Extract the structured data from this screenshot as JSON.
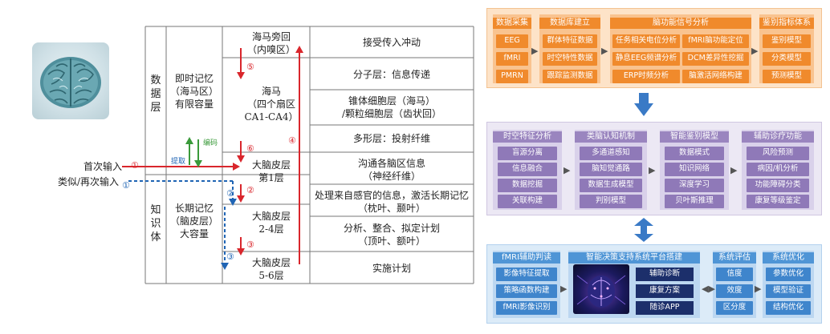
{
  "left": {
    "layer_data": "数据层",
    "layer_knowledge": "知识体",
    "short_memory": [
      "即时记忆",
      "（海马区）",
      "有限容量"
    ],
    "long_memory": [
      "长期记忆",
      "（脑皮层）",
      "大容量"
    ],
    "first_input": "首次输入",
    "repeat_input": "类似/再次输入",
    "encode": "编码",
    "retrieve": "提取",
    "structures": [
      {
        "lines": [
          "海马旁回",
          "（内嗅区）"
        ]
      },
      {
        "lines": [
          "海马",
          "（四个扇区",
          "CA1-CA4）"
        ]
      },
      {
        "lines": [
          "大脑皮层",
          "第1层"
        ]
      },
      {
        "lines": [
          "大脑皮层",
          "2-4层"
        ]
      },
      {
        "lines": [
          "大脑皮层",
          "5-6层"
        ]
      }
    ],
    "functions": [
      {
        "lines": [
          "接受传入冲动"
        ]
      },
      {
        "lines": [
          "分子层：信息传递"
        ]
      },
      {
        "lines": [
          "锥体细胞层（海马）",
          "/颗粒细胞层（齿状回）"
        ]
      },
      {
        "lines": [
          "多形层：投射纤维"
        ]
      },
      {
        "lines": [
          "沟通各脑区信息",
          "（神经纤维）"
        ]
      },
      {
        "lines": [
          "处理来自感官的信息，激活长期记忆",
          "（枕叶、颞叶）"
        ]
      },
      {
        "lines": [
          "分析、整合、拟定计划",
          "（顶叶、额叶）"
        ]
      },
      {
        "lines": [
          "实施计划"
        ]
      }
    ],
    "markers": [
      "①",
      "②",
      "③",
      "④",
      "⑤",
      "⑥",
      "①",
      "②",
      "③"
    ]
  },
  "right": {
    "tier1": {
      "columns": [
        {
          "header": "数据采集",
          "items": [
            "EEG",
            "fMRI",
            "PMRN"
          ]
        },
        {
          "header": "数据库建立",
          "items": [
            "群体特征数据",
            "时空特性数据",
            "跟踪监测数据"
          ]
        },
        {
          "header": "脑功能信号分析",
          "items": [
            "任务相关电位分析",
            "fMRI脑功能定位",
            "静息EEG频谱分析",
            "DCM差异性挖掘",
            "ERP时频分析",
            "脑激活网络构建"
          ]
        },
        {
          "header": "鉴别指标体系",
          "items": [
            "鉴别模型",
            "分类模型",
            "预测模型"
          ]
        }
      ]
    },
    "tier2": {
      "columns": [
        {
          "header": "时空特征分析",
          "items": [
            "盲源分离",
            "信息融合",
            "数据挖掘",
            "关联构建"
          ]
        },
        {
          "header": "类脑认知机制",
          "items": [
            "多通道感知",
            "脑知觉通路",
            "数据生成模型",
            "判别模型"
          ]
        },
        {
          "header": "智能鉴别模型",
          "items": [
            "数据模式",
            "知识网络",
            "深度学习",
            "贝叶斯推理"
          ]
        },
        {
          "header": "辅助诊疗功能",
          "items": [
            "风险预测",
            "病因/机分析",
            "功能障碍分类",
            "康复等级鉴定"
          ]
        }
      ]
    },
    "tier3": {
      "columns": [
        {
          "header": "fMRI辅助判读",
          "items": [
            "影像特征提取",
            "策略函数构建",
            "fMRI影像识别"
          ]
        },
        {
          "header": "智能决策支持系统平台搭建",
          "items": [
            "辅助诊断",
            "康复方案",
            "随诊APP"
          ]
        },
        {
          "header": "系统评估",
          "items": [
            "信度",
            "效度",
            "区分度"
          ]
        },
        {
          "header": "系统优化",
          "items": [
            "参数优化",
            "模型验证",
            "结构优化"
          ]
        }
      ]
    }
  },
  "colors": {
    "red": "#d9262c",
    "blue": "#1f64b4",
    "green": "#3a9a3a",
    "orange": "#f08a2c",
    "purple": "#8f79b8",
    "lightblue": "#3f85cc",
    "arrow": "#3a7ac6"
  }
}
